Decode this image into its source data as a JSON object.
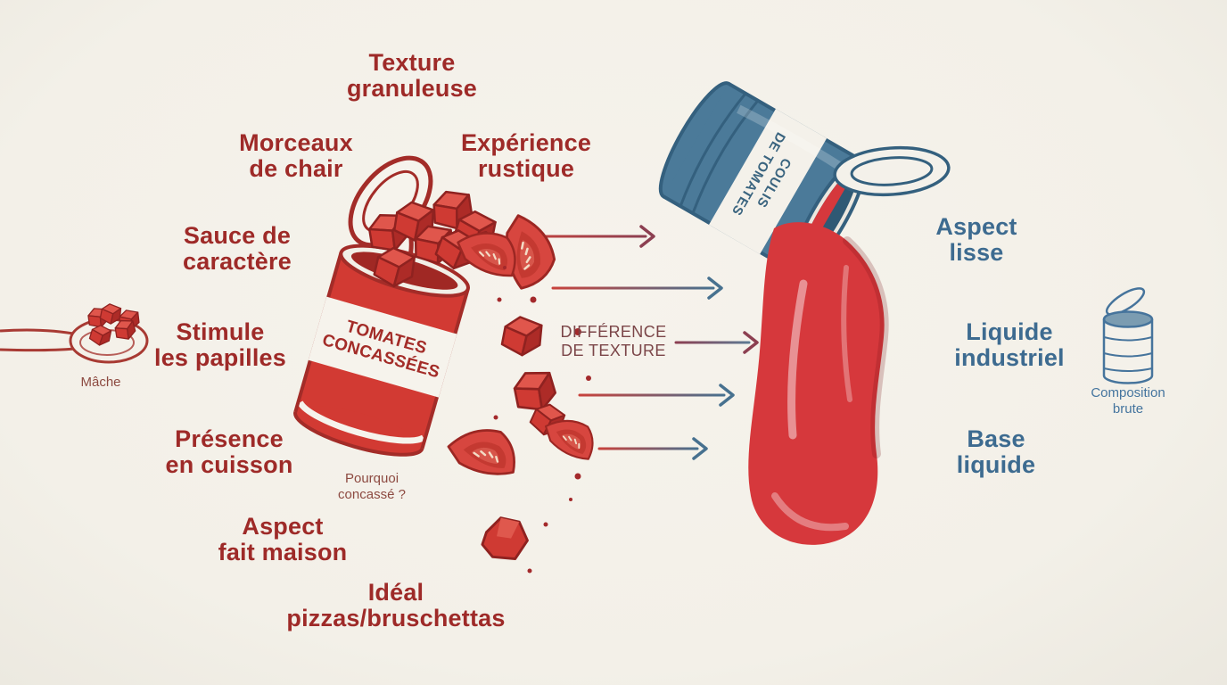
{
  "page": {
    "background": "#f4f1e9",
    "type": "infographic-comparison"
  },
  "palette": {
    "red_text": "#9e2a28",
    "red_bright": "#d23a33",
    "red_dark_outline": "#8f2220",
    "maroon_arrow": "#8c3f51",
    "blue_text": "#3d6b90",
    "blue_can": "#4b7a99",
    "blue_dark": "#34607e",
    "cream": "#f6f3ec"
  },
  "icons": [
    "spoon-icon",
    "crushed-can",
    "crushed-can-lid",
    "tomato-cube-icon",
    "tomato-wedge-icon",
    "coulis-can",
    "coulis-can-lid",
    "pour-stream",
    "small-can-icon",
    "arrow-right-icon"
  ],
  "crushed": {
    "product_label": "TOMATES\nCONCASSÉES",
    "labels": [
      {
        "text": "Texture\ngranuleuse"
      },
      {
        "text": "Morceaux\nde chair"
      },
      {
        "text": "Expérience\nrustique"
      },
      {
        "text": "Sauce de\ncaractère"
      },
      {
        "text": "Stimule\nles papilles"
      },
      {
        "text": "Présence\nen cuisson"
      },
      {
        "text": "Aspect\nfait maison"
      },
      {
        "text": "Idéal\npizzas/bruschettas"
      }
    ],
    "spoon_caption": "Mâche",
    "why_caption": "Pourquoi\nconcassé ?"
  },
  "center": {
    "title": "DIFFÉRENCE\nDE TEXTURE",
    "arrow_count": 5
  },
  "coulis": {
    "product_label": "COULIS\nDE TOMATES",
    "labels": [
      {
        "text": "Aspect\nlisse"
      },
      {
        "text": "Liquide\nindustriel"
      },
      {
        "text": "Base\nliquide"
      }
    ],
    "small_can_caption": "Composition\nbrute"
  }
}
